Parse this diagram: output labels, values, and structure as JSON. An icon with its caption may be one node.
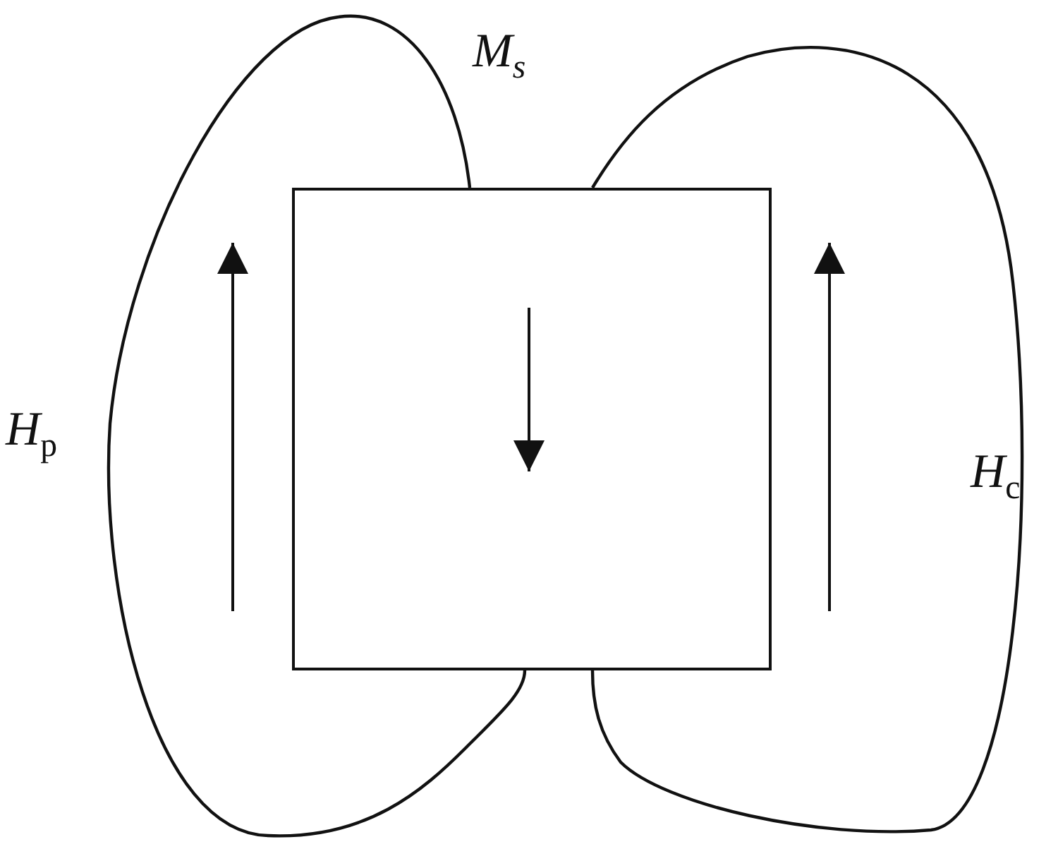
{
  "diagram": {
    "nodes": [
      {
        "text": [],
        "shape": "box"
      }
    ],
    "labels": [
      "*M*$_{s}$",
      "*H*$_{p}$",
      "*H*$_{c}$"
    ]
  }
}
